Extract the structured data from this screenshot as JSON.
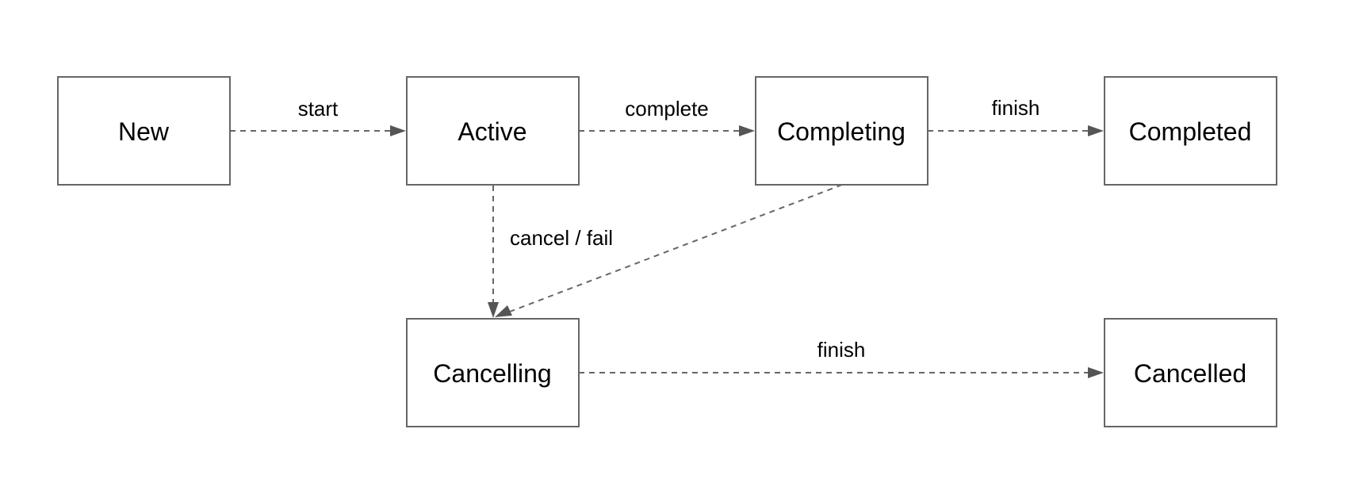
{
  "diagram": {
    "type": "state-diagram",
    "colors": {
      "node_border": "#666666",
      "edge": "#666666",
      "arrowhead": "#555555",
      "text": "#000000",
      "background": "#ffffff"
    },
    "nodes": {
      "new": "New",
      "active": "Active",
      "completing": "Completing",
      "completed": "Completed",
      "cancelling": "Cancelling",
      "cancelled": "Cancelled"
    },
    "edges": [
      {
        "from": "new",
        "to": "active",
        "label": "start"
      },
      {
        "from": "active",
        "to": "completing",
        "label": "complete"
      },
      {
        "from": "completing",
        "to": "completed",
        "label": "finish"
      },
      {
        "from": "active",
        "to": "cancelling",
        "label": "cancel / fail"
      },
      {
        "from": "completing",
        "to": "cancelling",
        "label": ""
      },
      {
        "from": "cancelling",
        "to": "cancelled",
        "label": "finish"
      }
    ]
  }
}
